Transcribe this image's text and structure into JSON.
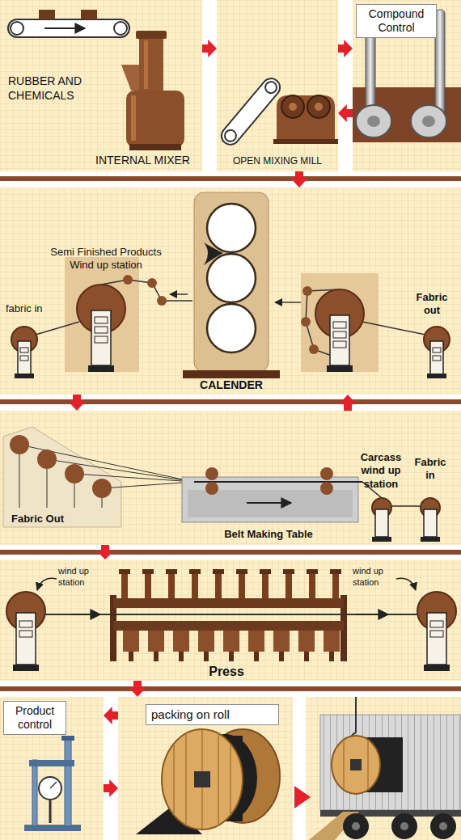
{
  "diagram": {
    "nodes": [
      {
        "text": [
          "RUBBER AND CHEMICALS",
          "INTERNAL MIXER"
        ]
      },
      {
        "text": [
          "OPEN MIXING MILL"
        ]
      },
      {
        "text": [
          "Compound Control"
        ]
      },
      {
        "text": [
          "Semi Finished Products Wind up station",
          "fabric in",
          "Fabric out",
          "CALENDER"
        ]
      },
      {
        "text": [
          "Carcass wind up station",
          "Fabric in",
          "Fabric Out",
          "Belt Making Table"
        ]
      },
      {
        "text": [
          "wind up station",
          "wind up station",
          "Press"
        ]
      },
      {
        "text": [
          "Product control"
        ]
      },
      {
        "text": [
          "packing on roll"
        ]
      }
    ],
    "edges": [
      {
        "from": 0,
        "to": 1,
        "arrow": "to"
      },
      {
        "from": 1,
        "to": 2,
        "arrow": "to"
      },
      {
        "from": 2,
        "to": 1,
        "arrow": "to"
      },
      {
        "from": 1,
        "to": 3,
        "arrow": "to"
      },
      {
        "from": 3,
        "to": 4,
        "arrow": "to"
      },
      {
        "from": 4,
        "to": 3,
        "arrow": "to"
      },
      {
        "from": 4,
        "to": 5,
        "arrow": "to"
      },
      {
        "from": 5,
        "to": 7,
        "arrow": "to"
      },
      {
        "from": 7,
        "to": 6,
        "arrow": "to"
      },
      {
        "from": 6,
        "to": 7,
        "arrow": "to"
      }
    ]
  }
}
